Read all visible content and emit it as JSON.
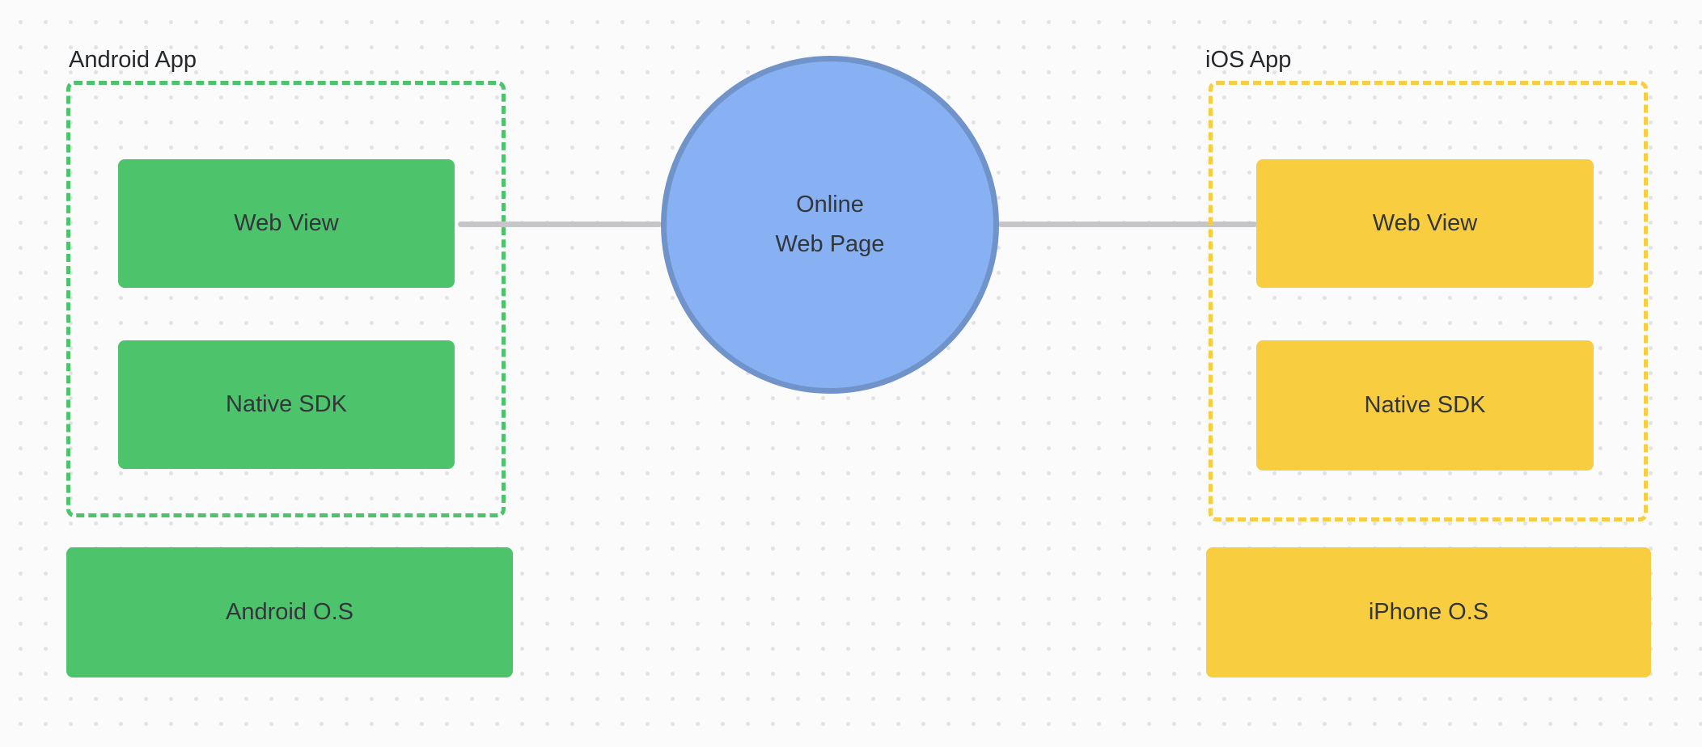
{
  "colors": {
    "background": "#FBFBFC",
    "grid_dot": "#E3E3E6",
    "android_green": "#4DC46C",
    "ios_yellow": "#F8CD3F",
    "circle_fill": "#87B1F3",
    "circle_border": "#7094C9",
    "connector_gray": "#C6C6C8",
    "text_dark": "#33363A",
    "text_heading": "#26282B"
  },
  "android": {
    "group_label": "Android App",
    "web_view_label": "Web View",
    "native_sdk_label": "Native SDK",
    "os_label": "Android O.S"
  },
  "ios": {
    "group_label": "iOS App",
    "web_view_label": "Web View",
    "native_sdk_label": "Native SDK",
    "os_label": "iPhone O.S"
  },
  "circle": {
    "line1": "Online",
    "line2": "Web Page"
  }
}
